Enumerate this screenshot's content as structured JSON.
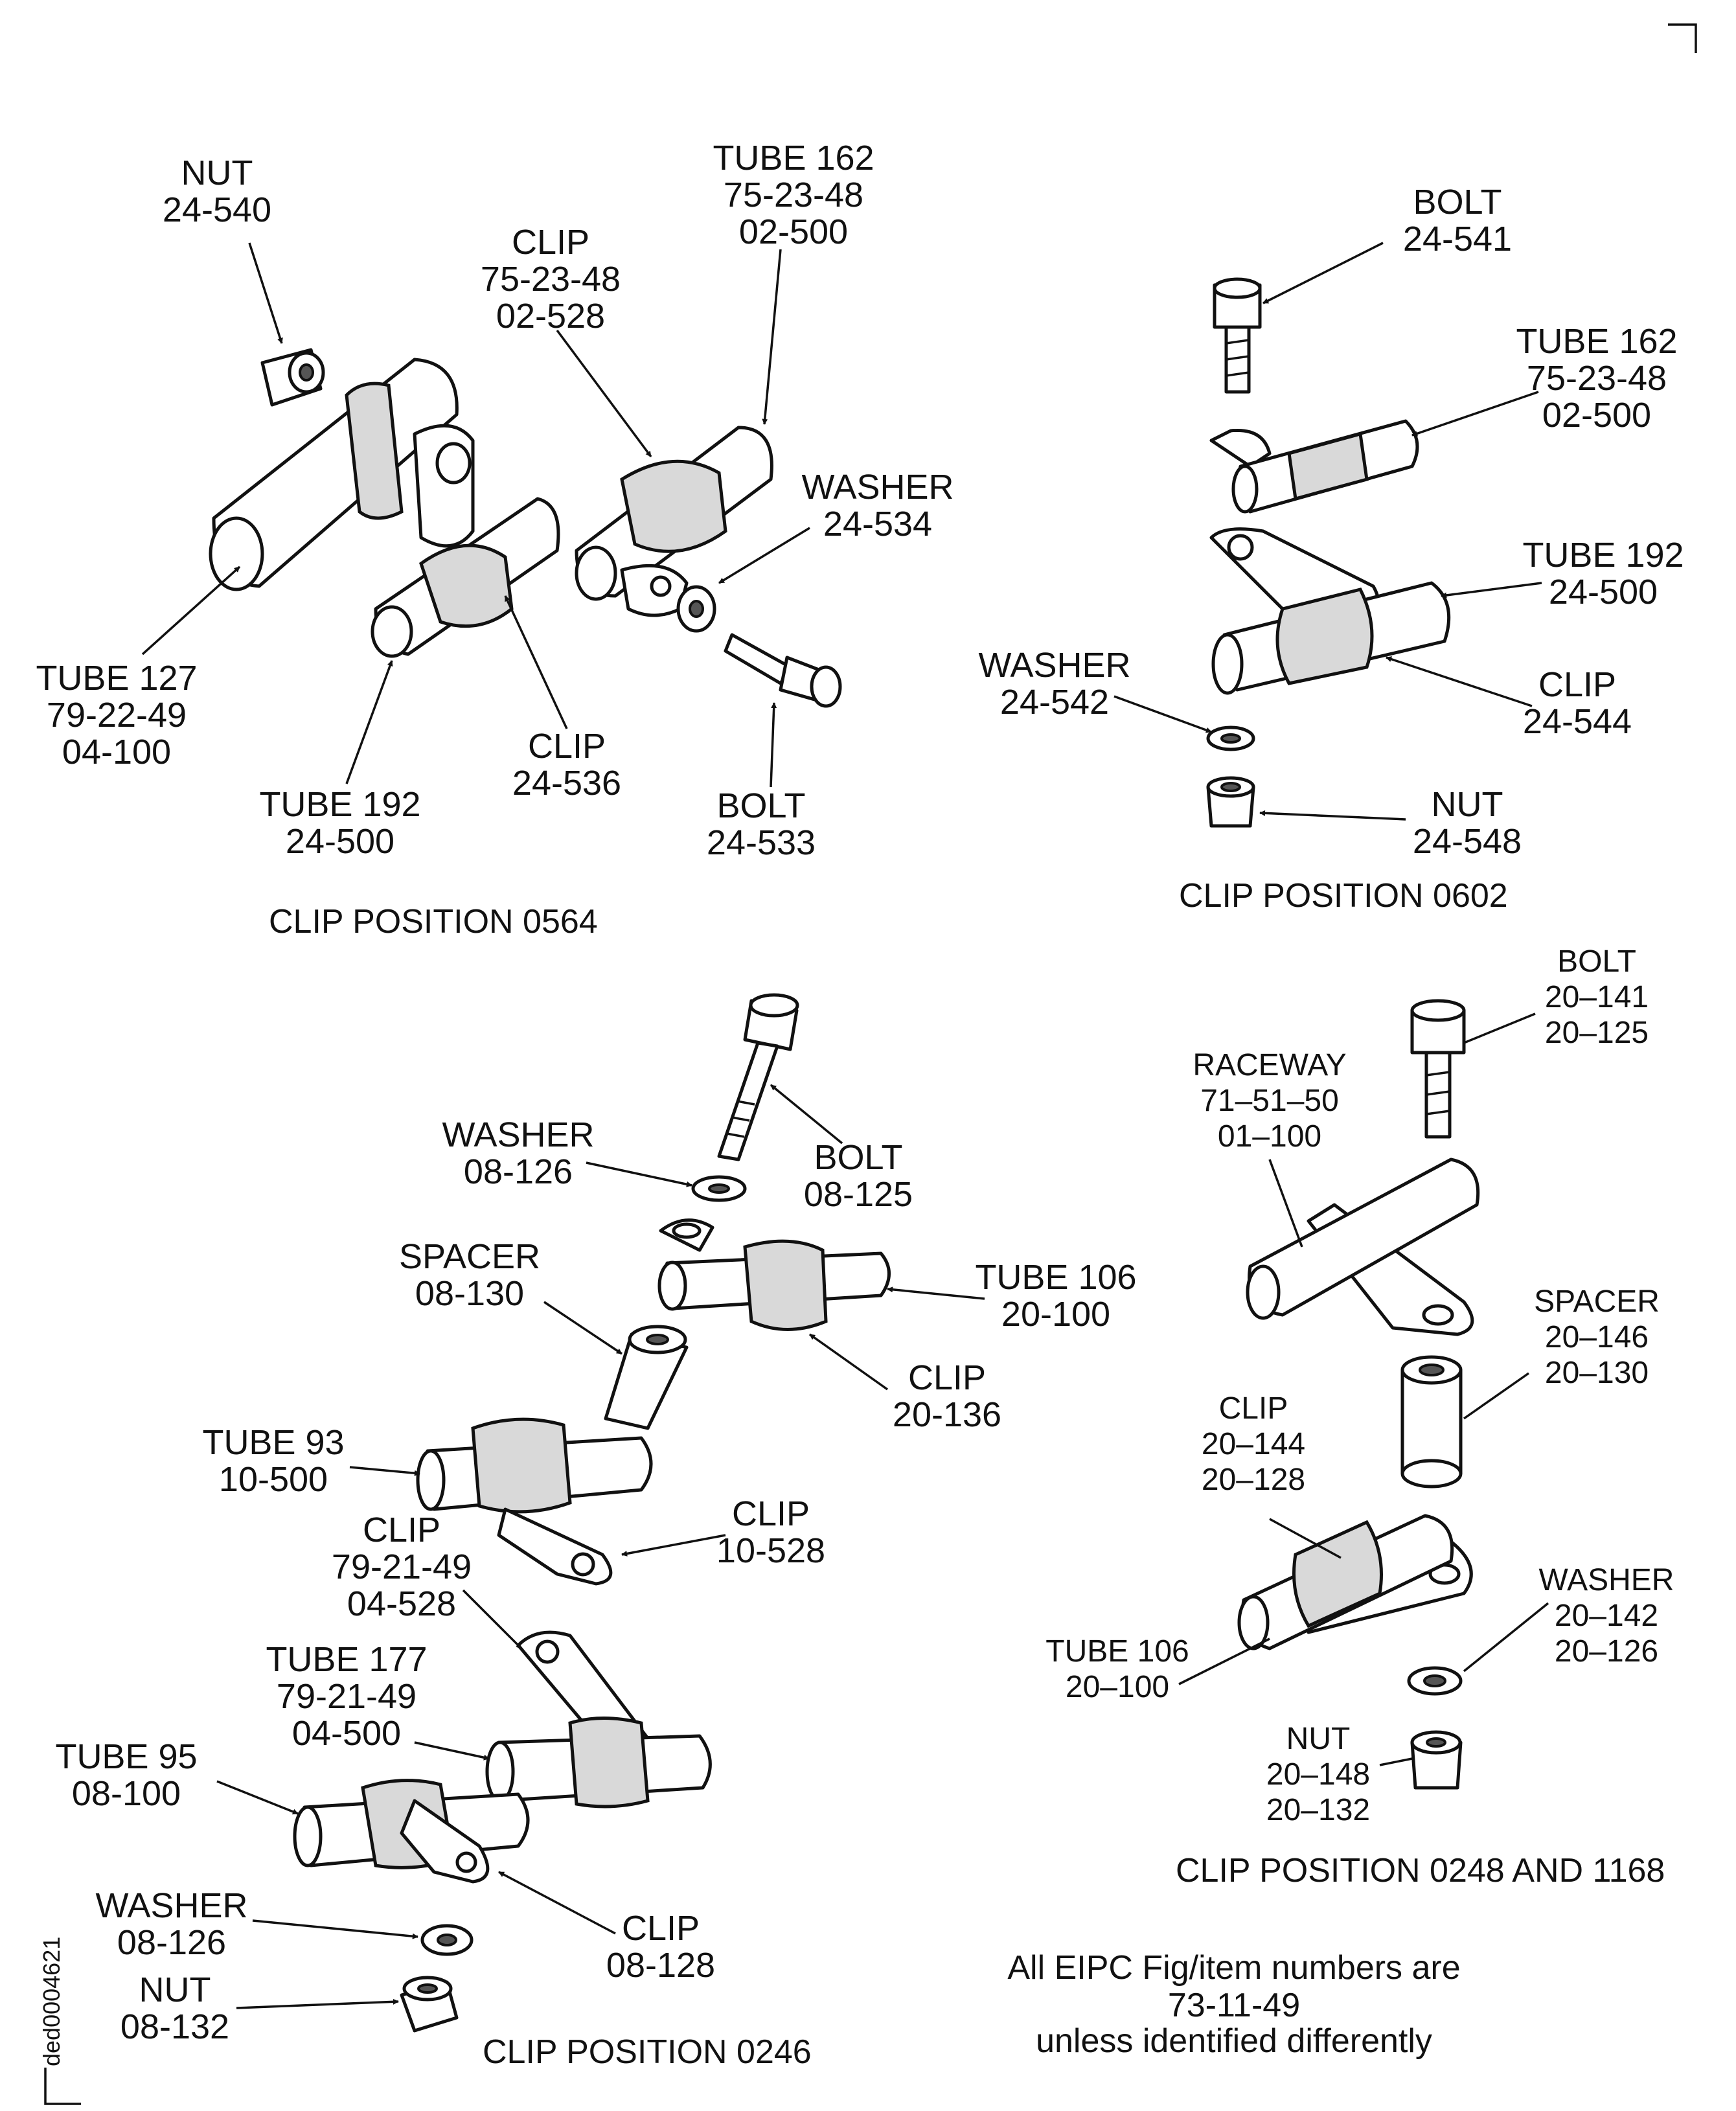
{
  "sections": {
    "s0564": {
      "caption": "CLIP POSITION 0564",
      "labels": {
        "nut": [
          "NUT",
          "24-540"
        ],
        "tube162": [
          "TUBE 162",
          "75-23-48",
          "02-500"
        ],
        "clip_top": [
          "CLIP",
          "75-23-48",
          "02-528"
        ],
        "washer": [
          "WASHER",
          "24-534"
        ],
        "tube127": [
          "TUBE 127",
          "79-22-49",
          "04-100"
        ],
        "clip": [
          "CLIP",
          "24-536"
        ],
        "tube192": [
          "TUBE 192",
          "24-500"
        ],
        "bolt": [
          "BOLT",
          "24-533"
        ]
      }
    },
    "s0602": {
      "caption": "CLIP POSITION 0602",
      "labels": {
        "bolt": [
          "BOLT",
          "24-541"
        ],
        "tube162": [
          "TUBE 162",
          "75-23-48",
          "02-500"
        ],
        "tube192": [
          "TUBE 192",
          "24-500"
        ],
        "washer": [
          "WASHER",
          "24-542"
        ],
        "clip": [
          "CLIP",
          "24-544"
        ],
        "nut": [
          "NUT",
          "24-548"
        ]
      }
    },
    "s0246": {
      "caption": "CLIP POSITION 0246",
      "labels": {
        "washer_top": [
          "WASHER",
          "08-126"
        ],
        "bolt": [
          "BOLT",
          "08-125"
        ],
        "spacer": [
          "SPACER",
          "08-130"
        ],
        "tube106": [
          "TUBE 106",
          "20-100"
        ],
        "clip_20136": [
          "CLIP",
          "20-136"
        ],
        "tube93": [
          "TUBE 93",
          "10-500"
        ],
        "clip_79": [
          "CLIP",
          "79-21-49",
          "04-528"
        ],
        "clip_10528": [
          "CLIP",
          "10-528"
        ],
        "tube177": [
          "TUBE 177",
          "79-21-49",
          "04-500"
        ],
        "tube95": [
          "TUBE 95",
          "08-100"
        ],
        "washer_bot": [
          "WASHER",
          "08-126"
        ],
        "clip_08128": [
          "CLIP",
          "08-128"
        ],
        "nut": [
          "NUT",
          "08-132"
        ]
      }
    },
    "s0248": {
      "caption": "CLIP POSITION 0248 AND 1168",
      "labels": {
        "bolt": [
          "BOLT",
          "20–141",
          "20–125"
        ],
        "raceway": [
          "RACEWAY",
          "71–51–50",
          "01–100"
        ],
        "spacer": [
          "SPACER",
          "20–146",
          "20–130"
        ],
        "clip": [
          "CLIP",
          "20–144",
          "20–128"
        ],
        "washer": [
          "WASHER",
          "20–142",
          "20–126"
        ],
        "tube106": [
          "TUBE 106",
          "20–100"
        ],
        "nut": [
          "NUT",
          "20–148",
          "20–132"
        ]
      }
    }
  },
  "note": [
    "All EIPC Fig/item numbers are",
    "73-11-49",
    "unless identified differently"
  ],
  "side_id": "ded0004621"
}
